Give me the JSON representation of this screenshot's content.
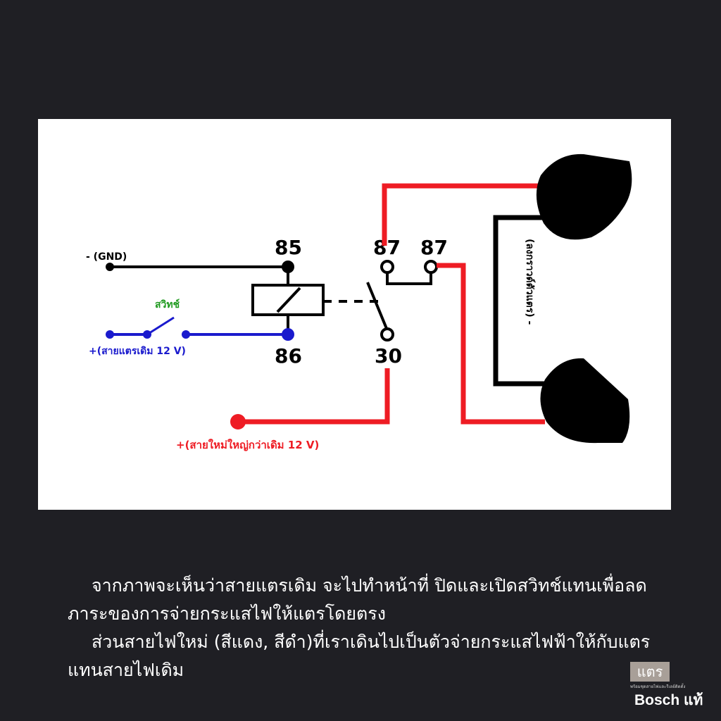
{
  "diagram": {
    "gnd_label": "- (GND)",
    "switch_label": "สวิทช์",
    "old_wire_label": "+(สายแตรเดิม 12 V)",
    "new_wire_label": "+(สายใหม่ใหญ่กว่าเดิม 12 V)",
    "pin_85": "85",
    "pin_86": "86",
    "pin_87a": "87",
    "pin_87b": "87",
    "pin_30": "30",
    "horn_label": "(ลงกราวด์ตัวแตร) -",
    "colors": {
      "positive": "#ee1c24",
      "switch_wire": "#1a1acd",
      "switch_text": "#1f9a1f",
      "ground": "#000000"
    }
  },
  "caption": {
    "line1": "จากภาพจะเห็นว่าสายแตรเดิม จะไปทำหน้าที่ ปิดและเปิดสวิทช์แทนเพื่อลด",
    "line2": "ภาระของการจ่ายกระแสไฟให้แตรโดยตรง",
    "line3": "ส่วนสายไฟใหม่ (สีแดง, สีดำ)ที่เราเดินไปเป็นตัวจ่ายกระแสไฟฟ้าให้กับแตร",
    "line4": "แทนสายไฟเดิม"
  },
  "logo": {
    "box_text": "แตร",
    "tagline": "พร้อมชุดสายไฟและรีเลย์ติดตั้ง",
    "brand": "Bosch แท้"
  }
}
